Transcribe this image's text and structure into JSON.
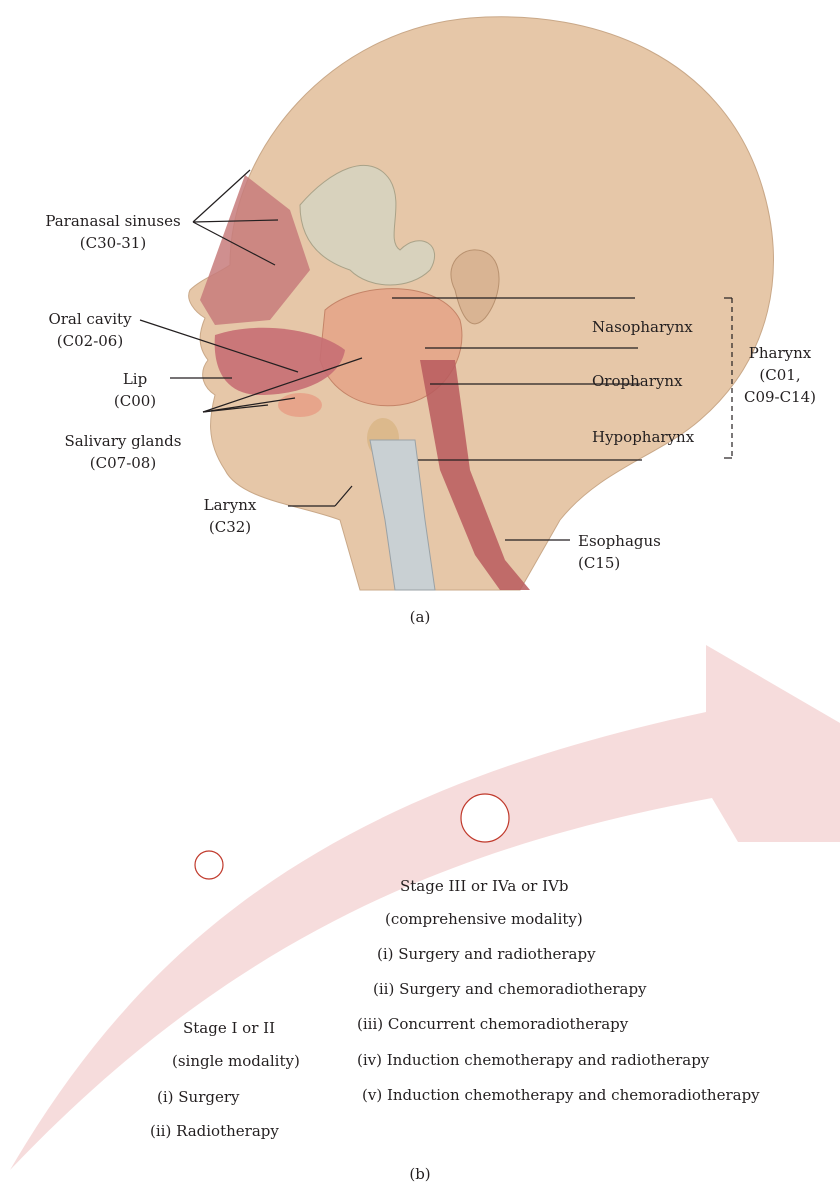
{
  "panel_a": {
    "caption": "(a)",
    "labels": {
      "paranasal_name": "Paranasal sinuses",
      "paranasal_code": "(C30-31)",
      "oral_name": "Oral cavity",
      "oral_code": "(C02-06)",
      "lip_name": "Lip",
      "lip_code": "(C00)",
      "salivary_name": "Salivary glands",
      "salivary_code": "(C07-08)",
      "larynx_name": "Larynx",
      "larynx_code": "(C32)",
      "nasopharynx": "Nasopharynx",
      "oropharynx": "Oropharynx",
      "hypopharynx": "Hypopharynx",
      "pharynx_name": "Pharynx",
      "pharynx_code1": "(C01,",
      "pharynx_code2": "C09-C14)",
      "esophagus_name": "Esophagus",
      "esophagus_code": "(C15)"
    }
  },
  "panel_b": {
    "caption": "(b)",
    "early": {
      "title": "Stage I or II",
      "subtitle": "(single modality)",
      "items": [
        "(i) Surgery",
        "(ii) Radiotherapy"
      ]
    },
    "advanced": {
      "title": "Stage III or IVa or IVb",
      "subtitle": "(comprehensive modality)",
      "items": [
        "(i) Surgery and radiotherapy",
        "(ii) Surgery and chemoradiotherapy",
        "(iii) Concurrent chemoradiotherapy",
        "(iv) Induction chemotherapy and radiotherapy",
        "(v) Induction chemotherapy and chemoradiotherapy"
      ]
    },
    "colors": {
      "arrow": "#f6dcdc",
      "marker": "#c0392b"
    }
  }
}
